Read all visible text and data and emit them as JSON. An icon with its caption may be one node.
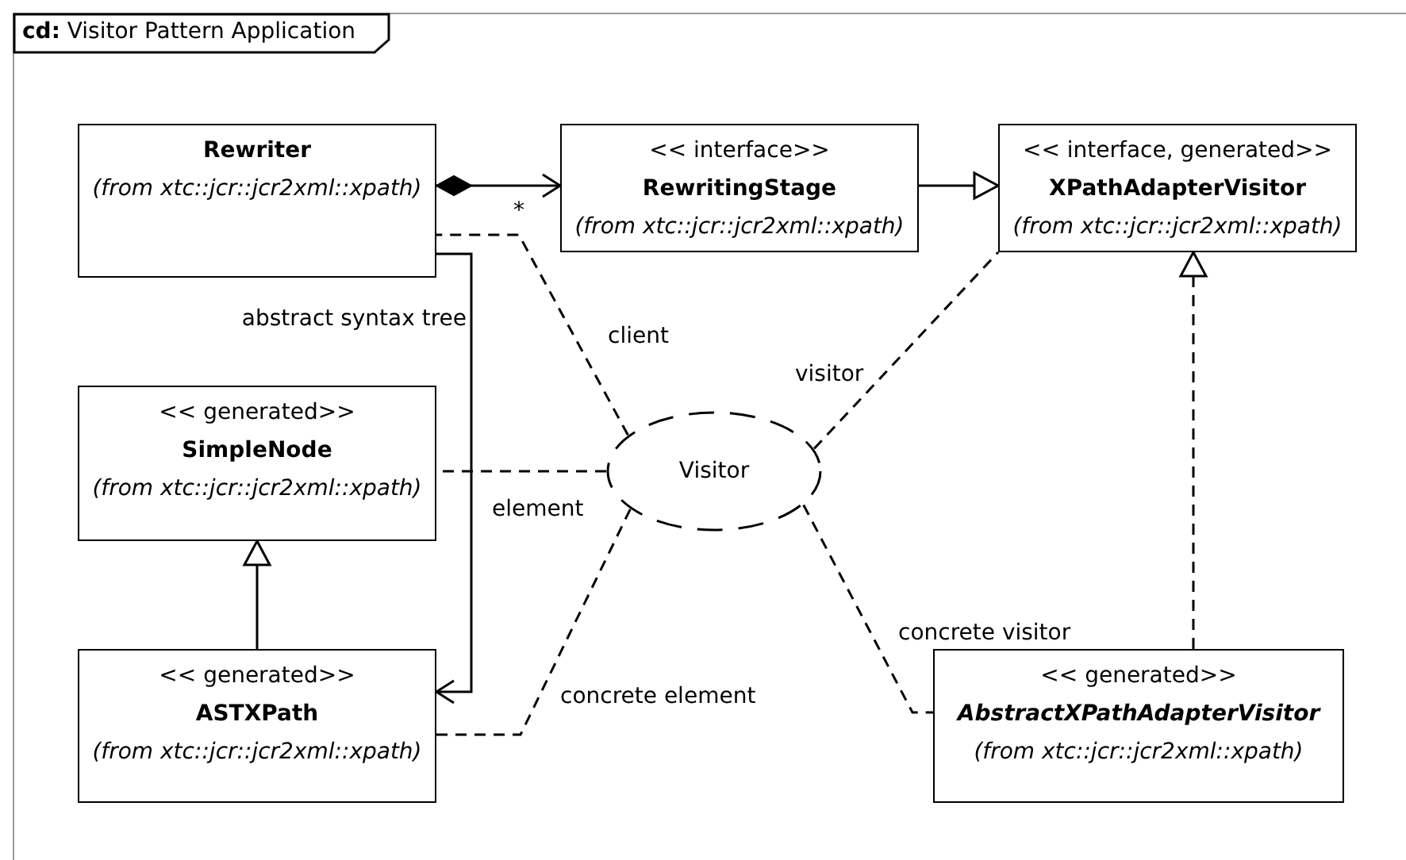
{
  "diagram": {
    "title": "**cd:** Visitor Pattern Application",
    "nodes": [
      {
        "text": [
          "Rewriter",
          "(from xtc::jcr::jcr2xml::xpath)"
        ]
      },
      {
        "text": [
          "<< interface>>",
          "RewritingStage",
          "(from xtc::jcr::jcr2xml::xpath)"
        ]
      },
      {
        "text": [
          "<< interface, generated>>",
          "XPathAdapterVisitor",
          "(from xtc::jcr::jcr2xml::xpath)"
        ]
      },
      {
        "text": [
          "<< generated>>",
          "SimpleNode",
          "(from xtc::jcr::jcr2xml::xpath)"
        ]
      },
      {
        "text": [
          "Visitor"
        ]
      },
      {
        "text": [
          "<< generated>>",
          "ASTXPath",
          "(from xtc::jcr::jcr2xml::xpath)"
        ]
      },
      {
        "text": [
          "<< generated>>",
          "AbstractXPathAdapterVisitor",
          "(from xtc::jcr::jcr2xml::xpath)"
        ]
      }
    ],
    "edges": [
      {
        "from": 0,
        "to": 1,
        "arrow": "to",
        "label": "*"
      },
      {
        "from": 1,
        "to": 2,
        "arrow": "to"
      },
      {
        "from": 5,
        "to": 3,
        "arrow": "to"
      },
      {
        "from": 6,
        "to": 2,
        "arrow": "to",
        "style": "dashed"
      },
      {
        "from": 0,
        "to": 5,
        "arrow": "to",
        "label": "abstract syntax tree"
      },
      {
        "from": 4,
        "to": 0,
        "arrow": "none",
        "style": "dashed",
        "label": "client"
      },
      {
        "from": 4,
        "to": 2,
        "arrow": "none",
        "style": "dashed",
        "label": "visitor"
      },
      {
        "from": 4,
        "to": 3,
        "arrow": "none",
        "style": "dashed",
        "label": "element"
      },
      {
        "from": 4,
        "to": 5,
        "arrow": "none",
        "style": "dashed",
        "label": "concrete element"
      },
      {
        "from": 4,
        "to": 6,
        "arrow": "none",
        "style": "dashed",
        "label": "concrete visitor"
      }
    ]
  }
}
